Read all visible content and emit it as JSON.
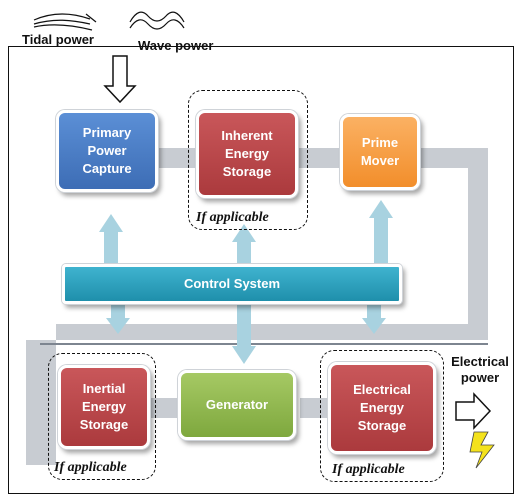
{
  "inputs": {
    "tidal_label": "Tidal power",
    "wave_label": "Wave power"
  },
  "blocks": {
    "primary": "Primary\nPower\nCapture",
    "inherent": "Inherent\nEnergy\nStorage",
    "prime_mover": "Prime\nMover",
    "control": "Control System",
    "inertial": "Inertial\nEnergy\nStorage",
    "generator": "Generator",
    "electrical_storage": "Electrical\nEnergy\nStorage"
  },
  "notes": {
    "if_applicable": "If applicable"
  },
  "output": {
    "label": "Electrical\npower"
  },
  "colors": {
    "primary": "#4a7cc4",
    "storage": "#bb4548",
    "prime_mover": "#f79b3f",
    "generator": "#8fb84f",
    "control": "#2aa1bf",
    "connector": "#a8d2e0",
    "flow_band": "#c8ccd2"
  }
}
